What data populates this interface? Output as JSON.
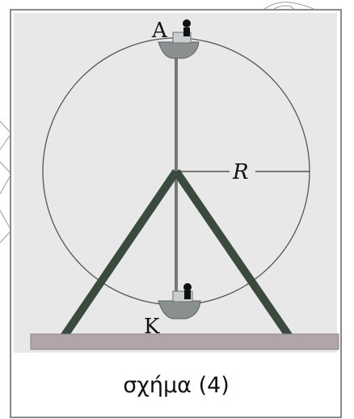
{
  "figure": {
    "label_top": "A",
    "label_bottom": "K",
    "label_radius": "R",
    "caption": "σχήμα (4)"
  },
  "colors": {
    "panel_bg": "#e8e8e8",
    "frame": "#8a8a8a",
    "strut": "#3a4a3e",
    "ground": "#b1a5aa",
    "circle": "#555555",
    "rod": "#777777",
    "seat": "#8a9090"
  }
}
